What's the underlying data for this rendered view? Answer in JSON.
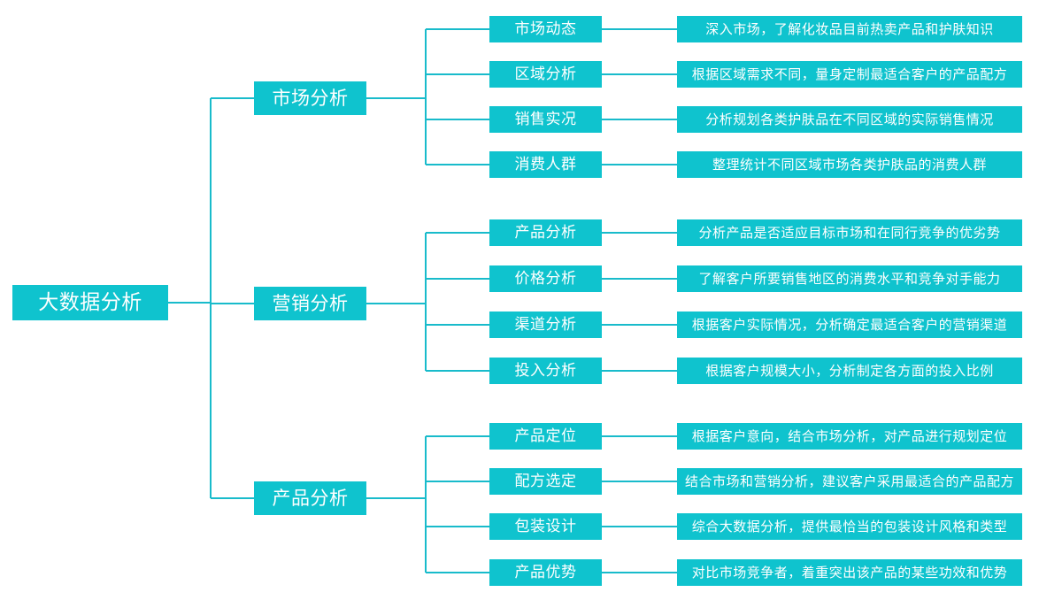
{
  "diagram": {
    "title": "大数据分析",
    "type": "mind-map",
    "accent_color": "#0FC3CE",
    "line_color": "#18BBCB",
    "text_color": "#FFFFFF",
    "background_color": "#FFFFFF"
  },
  "root": {
    "label": "大数据分析"
  },
  "branches": [
    {
      "label": "市场分析",
      "children": [
        {
          "label": "市场动态",
          "description": "深入市场，了解化妆品目前热卖产品和护肤知识"
        },
        {
          "label": "区域分析",
          "description": "根据区域需求不同，量身定制最适合客户的产品配方"
        },
        {
          "label": "销售实况",
          "description": "分析规划各类护肤品在不同区域的实际销售情况"
        },
        {
          "label": "消费人群",
          "description": "整理统计不同区域市场各类护肤品的消费人群"
        }
      ]
    },
    {
      "label": "营销分析",
      "children": [
        {
          "label": "产品分析",
          "description": "分析产品是否适应目标市场和在同行竞争的优劣势"
        },
        {
          "label": "价格分析",
          "description": "了解客户所要销售地区的消费水平和竞争对手能力"
        },
        {
          "label": "渠道分析",
          "description": "根据客户实际情况，分析确定最适合客户的营销渠道"
        },
        {
          "label": "投入分析",
          "description": "根据客户规模大小，分析制定各方面的投入比例"
        }
      ]
    },
    {
      "label": "产品分析",
      "children": [
        {
          "label": "产品定位",
          "description": "根据客户意向，结合市场分析，对产品进行规划定位"
        },
        {
          "label": "配方选定",
          "description": "结合市场和营销分析，建议客户采用最适合的产品配方"
        },
        {
          "label": "包装设计",
          "description": "综合大数据分析，提供最恰当的包装设计风格和类型"
        },
        {
          "label": "产品优势",
          "description": "对比市场竞争者，着重突出该产品的某些功效和优势"
        }
      ]
    }
  ],
  "layout": {
    "branch_tops": [
      92,
      324,
      544
    ],
    "leaf_tops": [
      [
        18,
        69,
        120,
        171
      ],
      [
        248,
        300,
        352,
        404
      ],
      [
        478,
        529,
        580,
        632
      ]
    ]
  }
}
